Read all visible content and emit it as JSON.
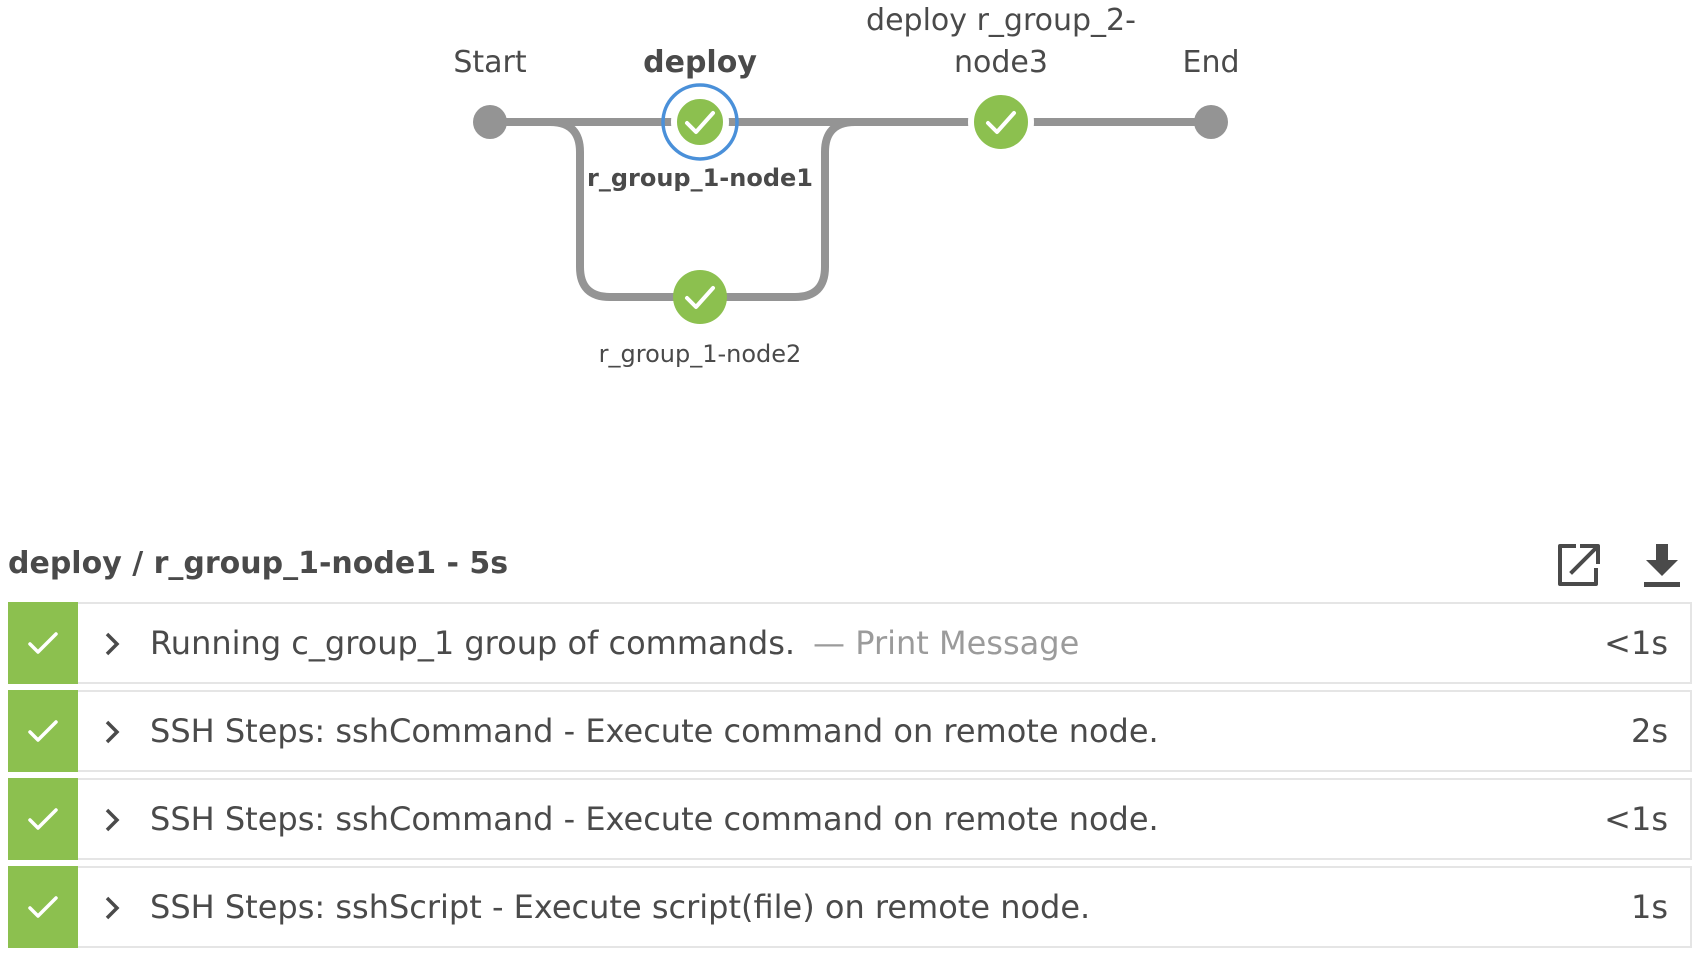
{
  "pipeline": {
    "stages": [
      {
        "id": "start",
        "label": "Start",
        "status": "none"
      },
      {
        "id": "deploy",
        "label": "deploy",
        "status": "success",
        "selected": true
      },
      {
        "id": "deploy-r-group-2",
        "label_line1": "deploy r_group_2-",
        "label_line2": "node3",
        "status": "success"
      },
      {
        "id": "end",
        "label": "End",
        "status": "none"
      }
    ],
    "branches": [
      {
        "label": "r_group_1-node1",
        "status": "success",
        "selected": true
      },
      {
        "label": "r_group_1-node2",
        "status": "success"
      }
    ]
  },
  "log": {
    "title": "deploy / r_group_1-node1 - 5s",
    "open_icon": "open-external-icon",
    "download_icon": "download-icon",
    "steps": [
      {
        "text": "Running c_group_1 group of commands.",
        "subtext": "— Print Message",
        "duration": "<1s",
        "status": "success"
      },
      {
        "text": "SSH Steps: sshCommand - Execute command on remote node.",
        "subtext": "",
        "duration": "2s",
        "status": "success"
      },
      {
        "text": "SSH Steps: sshCommand - Execute command on remote node.",
        "subtext": "",
        "duration": "<1s",
        "status": "success"
      },
      {
        "text": "SSH Steps: sshScript - Execute script(file) on remote node.",
        "subtext": "",
        "duration": "1s",
        "status": "success"
      }
    ]
  },
  "colors": {
    "success": "#8cc04f",
    "selected_ring": "#4a90d9",
    "connector": "#949494"
  }
}
